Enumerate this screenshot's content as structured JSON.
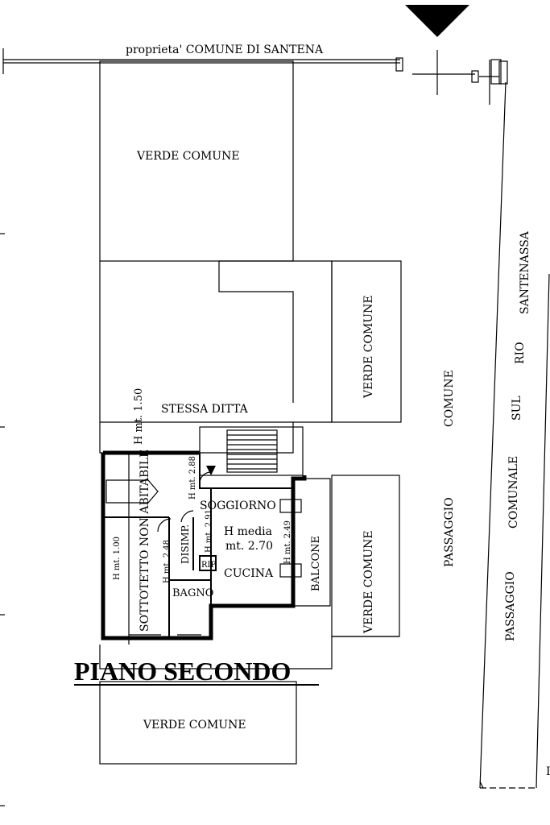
{
  "header": {
    "ownership": "proprieta' COMUNE DI SANTENA"
  },
  "areas": {
    "verde_top": "VERDE  COMUNE",
    "verde_right_upper": "VERDE  COMUNE",
    "verde_right_lower": "VERDE  COMUNE",
    "verde_bottom": "VERDE  COMUNE",
    "stessa_ditta": "STESSA  DITTA",
    "passaggio_comune_1": "PASSAGGIO",
    "passaggio_comune_2": "COMUNE",
    "passaggio_comunale_1": "PASSAGGIO",
    "passaggio_comunale_2": "COMUNALE",
    "passaggio_comunale_3": "SUL",
    "passaggio_comunale_4": "RIO",
    "passaggio_comunale_5": "SANTENASSA"
  },
  "rooms": {
    "sottotetto": "SOTTOTETTO NON ABITABILE",
    "soggiorno": "SOGGIORNO",
    "h_media_1": "H media",
    "h_media_2": "mt. 2.70",
    "cucina": "CUCINA",
    "balcone": "BALCONE",
    "bagno": "BAGNO",
    "disimp": "DISIMP.",
    "rip": "RIP."
  },
  "heights": {
    "h150": "H  mt. 1.50",
    "h100": "H mt. 1.00",
    "h288": "H mt. 2.88",
    "h291": "H mt. 2.91",
    "h248": "H mt. 2.48",
    "h249": "H mt. 2.49"
  },
  "title": "PIANO SECONDO"
}
